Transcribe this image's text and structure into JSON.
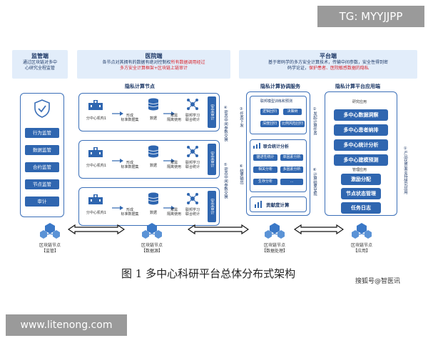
{
  "watermarks": {
    "tg": "TG: MYYJJPP",
    "site": "www.litenong.com",
    "sohu": "搜狐号@智医讯"
  },
  "headers": {
    "regulator": {
      "title": "监管端",
      "line1": "通过区块链对多中",
      "line2": "心研究全程监管"
    },
    "hospital": {
      "title": "医院端",
      "line1": "各节点对其拥有的数据有绝对控制权",
      "line1_red": "所有数据调用经过",
      "line2_red": "多方安全计算框架+区块链上链审计"
    },
    "platform": {
      "title": "平台端",
      "line1": "基于密码学的多方安全计算技术，传输中间参数，安全性得到密",
      "line2": "码学论证，",
      "line2_red": "保护患者、医院敏感数据的隐私"
    }
  },
  "regulator_items": [
    "行为监管",
    "数据监管",
    "合约监管",
    "节点监管",
    "审计"
  ],
  "hospital": {
    "panel_title": "隐私计算节点",
    "rows": [
      {
        "institution": "分中心机构1",
        "step1": "形成",
        "step1b": "标准数据集",
        "db": "数据",
        "step2": "按需",
        "step2b": "隔离使用",
        "step3": "联邦学习",
        "step3b": "联合统计",
        "audit": "安全审计"
      },
      {
        "institution": "分中心机构1",
        "step1": "形成",
        "step1b": "标准数据集",
        "db": "数据",
        "step2": "按需",
        "step2b": "隔离使用",
        "step3": "联邦学习",
        "step3b": "联合统计",
        "audit": "安全审计"
      },
      {
        "institution": "分中心机构1",
        "step1": "形成",
        "step1b": "标准数据集",
        "db": "数据",
        "step2": "按需",
        "step2b": "隔离使用",
        "step3": "联邦学习",
        "step3b": "联合统计",
        "audit": "安全审计"
      }
    ]
  },
  "middle_flow": {
    "left_down": "③任务下发",
    "mid_top": "④密态中间参数交换",
    "mid_bottom": "⑤密态中间参数交换",
    "left_bottom": "⑥结果输出"
  },
  "coordination": {
    "title": "隐私计算协调服务",
    "group1_title": "联邦模型训练和预测",
    "group1_chips": [
      "逻辑回归",
      "决策树",
      "深度回归",
      "比例风险回归"
    ],
    "group2_title": "联合统计分析",
    "group2_chips": [
      "描述性统计",
      "单因素分析",
      "相关分析",
      "多因素分析",
      "生存分析",
      "..."
    ],
    "contribution": "贡献度计算"
  },
  "right_flow": {
    "top": "②发起计算任务",
    "bottom": "⑥计算结果呈现",
    "far": "①产品化界面支持研究应用"
  },
  "application": {
    "title": "隐私计算平台应用端",
    "research_label": "研究应用",
    "research_items": [
      "多中心数据洞察",
      "多中心患者纳排",
      "多中心统计分析",
      "多中心建模预测"
    ],
    "manage_label": "管理应用",
    "manage_items": [
      "激励分配",
      "节点状态管理",
      "任务日志"
    ]
  },
  "nodes": [
    {
      "line1": "区块链节点",
      "line2": "【监管】"
    },
    {
      "line1": "区块链节点",
      "line2": "【数据源】"
    },
    {
      "line1": "区块链节点",
      "line2": "【数据处理】"
    },
    {
      "line1": "区块链节点",
      "line2": "【应用】"
    }
  ],
  "caption": "图 1  多中心科研平台总体分布式架构",
  "colors": {
    "primary": "#2f66b0",
    "border": "#3b6fb8",
    "header_bg": "#e2edfa",
    "accent_red": "#d9232b"
  }
}
